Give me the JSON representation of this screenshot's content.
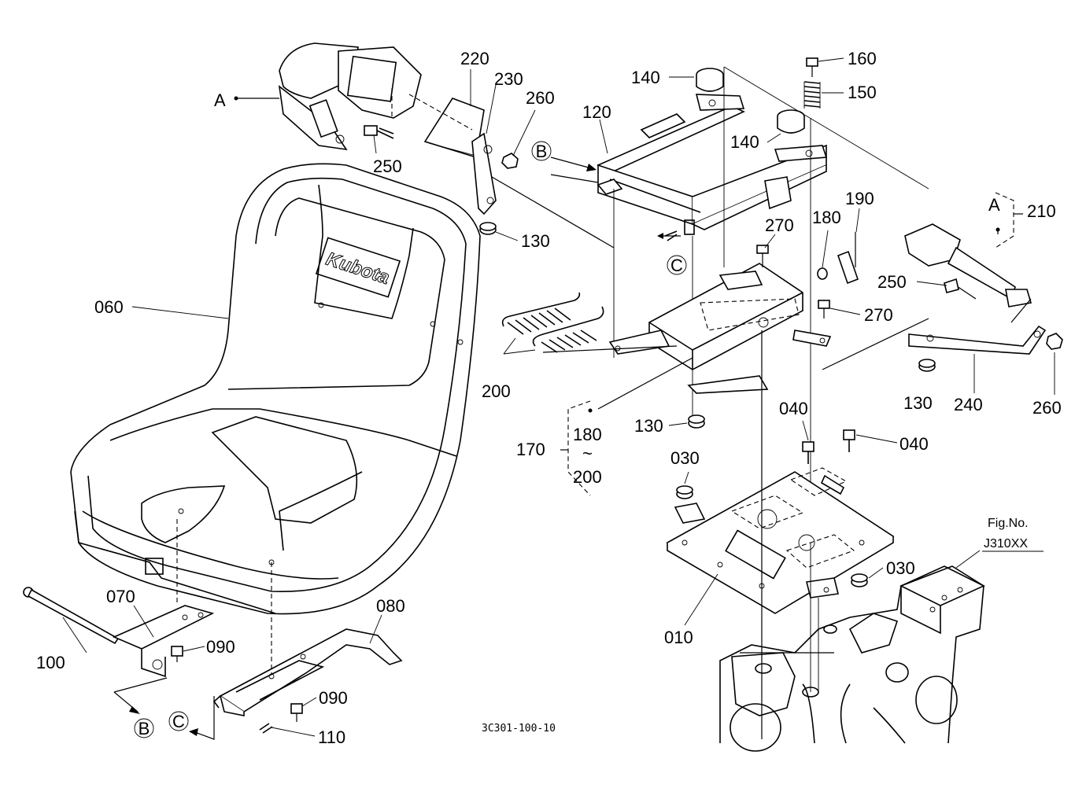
{
  "figure": {
    "fig_no_label": "Fig.No.",
    "fig_no_value": "J310XX",
    "drawing_code": "3C301-100-10",
    "brand": "Kubota"
  },
  "refs": {
    "A": "A",
    "B": "B",
    "C": "C",
    "tilde": "~"
  },
  "parts": {
    "p010": "010",
    "p030": "030",
    "p040": "040",
    "p060": "060",
    "p070": "070",
    "p080": "080",
    "p090": "090",
    "p100": "100",
    "p110": "110",
    "p120": "120",
    "p130": "130",
    "p140": "140",
    "p150": "150",
    "p160": "160",
    "p170": "170",
    "p180": "180",
    "p190": "190",
    "p200": "200",
    "p210": "210",
    "p220": "220",
    "p230": "230",
    "p240": "240",
    "p250": "250",
    "p260": "260",
    "p270": "270"
  }
}
